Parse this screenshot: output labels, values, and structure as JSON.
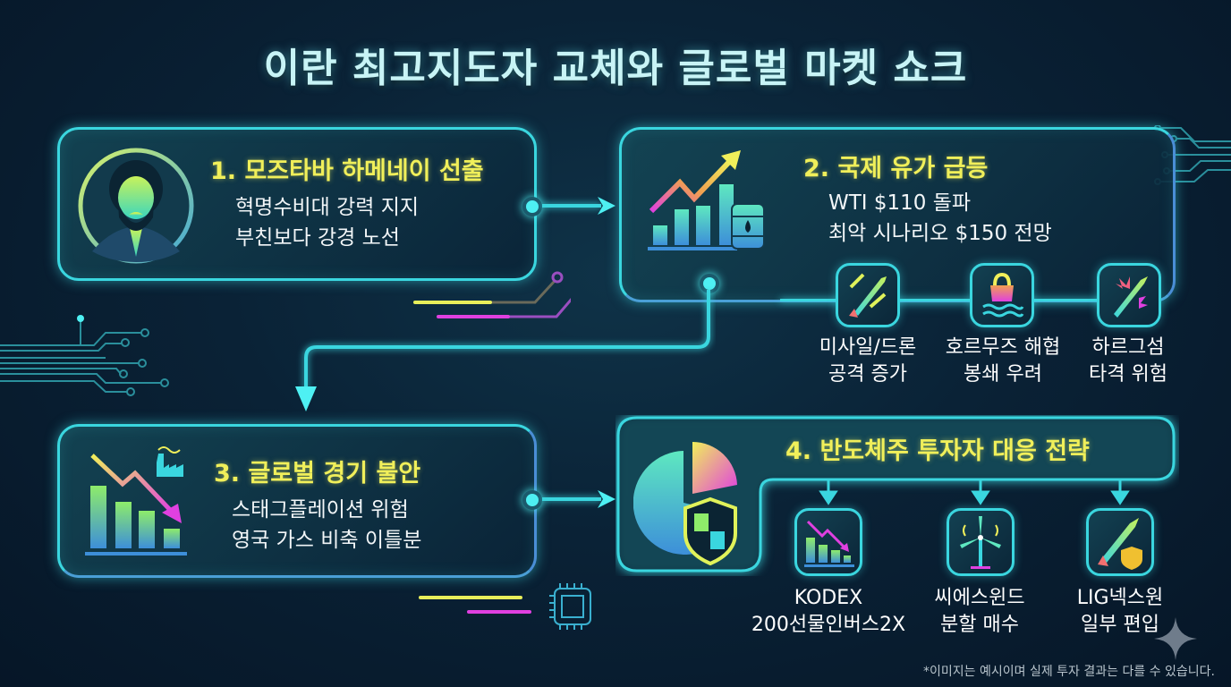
{
  "title": "이란 최고지도자 교체와 글로벌 마켓 쇼크",
  "sections": [
    {
      "heading": "1. 모즈타바 하메네이 선출",
      "lines": [
        "혁명수비대 강력 지지",
        "부친보다 강경 노선"
      ],
      "icon": "leader-avatar-icon"
    },
    {
      "heading": "2. 국제 유가 급등",
      "lines": [
        "WTI $110 돌파",
        "최악 시나리오 $150 전망"
      ],
      "icon": "oil-chart-icon",
      "risks": [
        {
          "line1": "미사일/드론",
          "line2": "공격 증가",
          "icon": "missile-icon"
        },
        {
          "line1": "호르무즈 해협",
          "line2": "봉쇄 우려",
          "icon": "ship-blockade-icon"
        },
        {
          "line1": "하르그섬",
          "line2": "타격 위험",
          "icon": "missile-strike-icon"
        }
      ]
    },
    {
      "heading": "3. 글로벌 경기 불안",
      "lines": [
        "스태그플레이션 위험",
        "영국 가스 비축 이틀분"
      ],
      "icon": "declining-chart-icon"
    },
    {
      "heading": "4. 반도체주 투자자 대응 전략",
      "icon": "pie-shield-icon",
      "strategies": [
        {
          "line1": "KODEX",
          "line2": "200선물인버스2X",
          "icon": "inverse-chart-icon"
        },
        {
          "line1": "씨에스윈드",
          "line2": "분할 매수",
          "icon": "wind-turbine-icon"
        },
        {
          "line1": "LIG넥스원",
          "line2": "일부 편입",
          "icon": "missile-shield-icon"
        }
      ]
    }
  ],
  "disclaimer": "*이미지는 예시이며 실제 투자 결과는 다를 수 있습니다.",
  "colors": {
    "accent": "#3ad6df",
    "heading": "#f0ef5a",
    "background": "#0a2236",
    "magenta": "#e040e0"
  }
}
